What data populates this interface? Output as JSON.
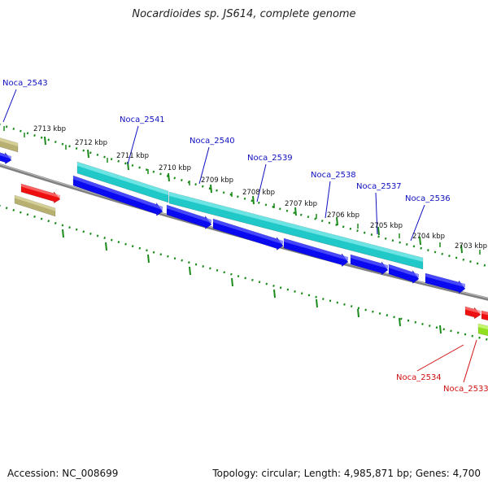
{
  "title": "Nocardioides sp. JS614, complete genome",
  "footer": {
    "accession": "Accession: NC_008699",
    "summary": "Topology: circular; Length: 4,985,871 bp; Genes: 4,700"
  },
  "colors": {
    "backbone": "#808080",
    "tick": "#1a8a1a",
    "label_blue": "#1010c0",
    "label_red": "#d01010",
    "cds_blue": "#0a0af0",
    "cds_cyan": "#20c8c8",
    "red_gene": "#ee1010",
    "olive_gene": "#b8b070",
    "lime_gene": "#90e020"
  },
  "scale": {
    "unit": "kbp",
    "labels": [
      "2713 kbp",
      "2712 kbp",
      "2711 kbp",
      "2710 kbp",
      "2709 kbp",
      "2708 kbp",
      "2707 kbp",
      "2706 kbp",
      "2705 kbp",
      "2704 kbp",
      "2703 kbp"
    ]
  },
  "gene_labels": [
    {
      "name": "Noca_2543",
      "color": "blue"
    },
    {
      "name": "Noca_2541",
      "color": "blue"
    },
    {
      "name": "Noca_2540",
      "color": "blue"
    },
    {
      "name": "Noca_2539",
      "color": "blue"
    },
    {
      "name": "Noca_2538",
      "color": "blue"
    },
    {
      "name": "Noca_2537",
      "color": "blue"
    },
    {
      "name": "Noca_2536",
      "color": "blue"
    },
    {
      "name": "Noca_2534",
      "color": "red"
    },
    {
      "name": "Noca_2533",
      "color": "red"
    }
  ]
}
